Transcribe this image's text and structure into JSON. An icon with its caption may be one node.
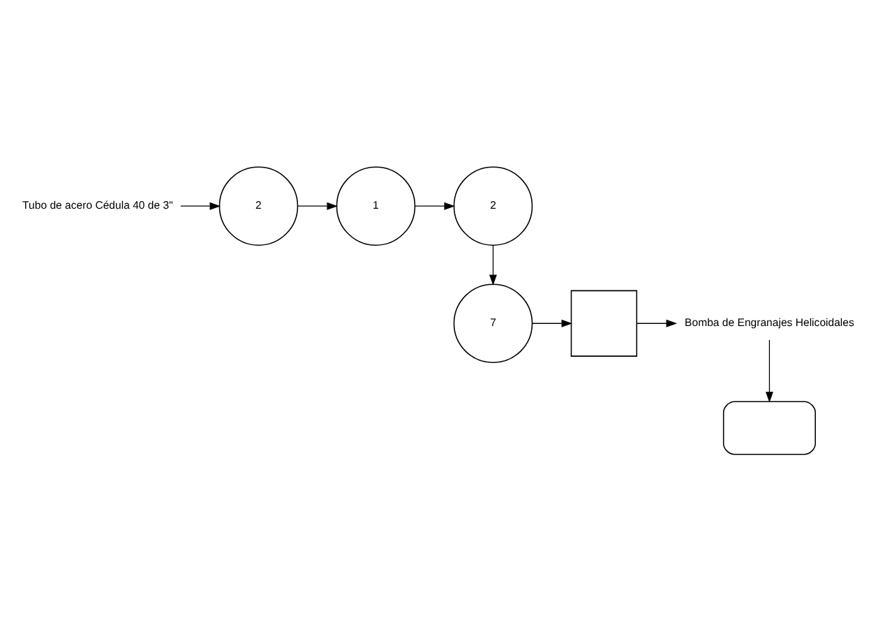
{
  "diagram": {
    "nodes": [
      {
        "text": [
          "Tubo de acero Cédula 40 de 3\""
        ]
      },
      {
        "text": [
          "2"
        ]
      },
      {
        "text": [
          "1"
        ]
      },
      {
        "text": [
          "2"
        ]
      },
      {
        "text": [
          "7"
        ]
      },
      {
        "text": [],
        "shape": "box"
      },
      {
        "text": [
          "Bomba de Engranajes Helicoidales"
        ]
      },
      {
        "text": [],
        "shape": "delay"
      }
    ],
    "edges": [
      {
        "from": 0,
        "to": 1,
        "arrow": "to"
      },
      {
        "from": 1,
        "to": 2,
        "arrow": "to"
      },
      {
        "from": 2,
        "to": 3,
        "arrow": "to"
      },
      {
        "from": 3,
        "to": 4,
        "arrow": "to"
      },
      {
        "from": 4,
        "to": 5,
        "arrow": "to"
      },
      {
        "from": 5,
        "to": 6,
        "arrow": "to"
      },
      {
        "from": 6,
        "to": 7,
        "arrow": "to"
      }
    ]
  }
}
